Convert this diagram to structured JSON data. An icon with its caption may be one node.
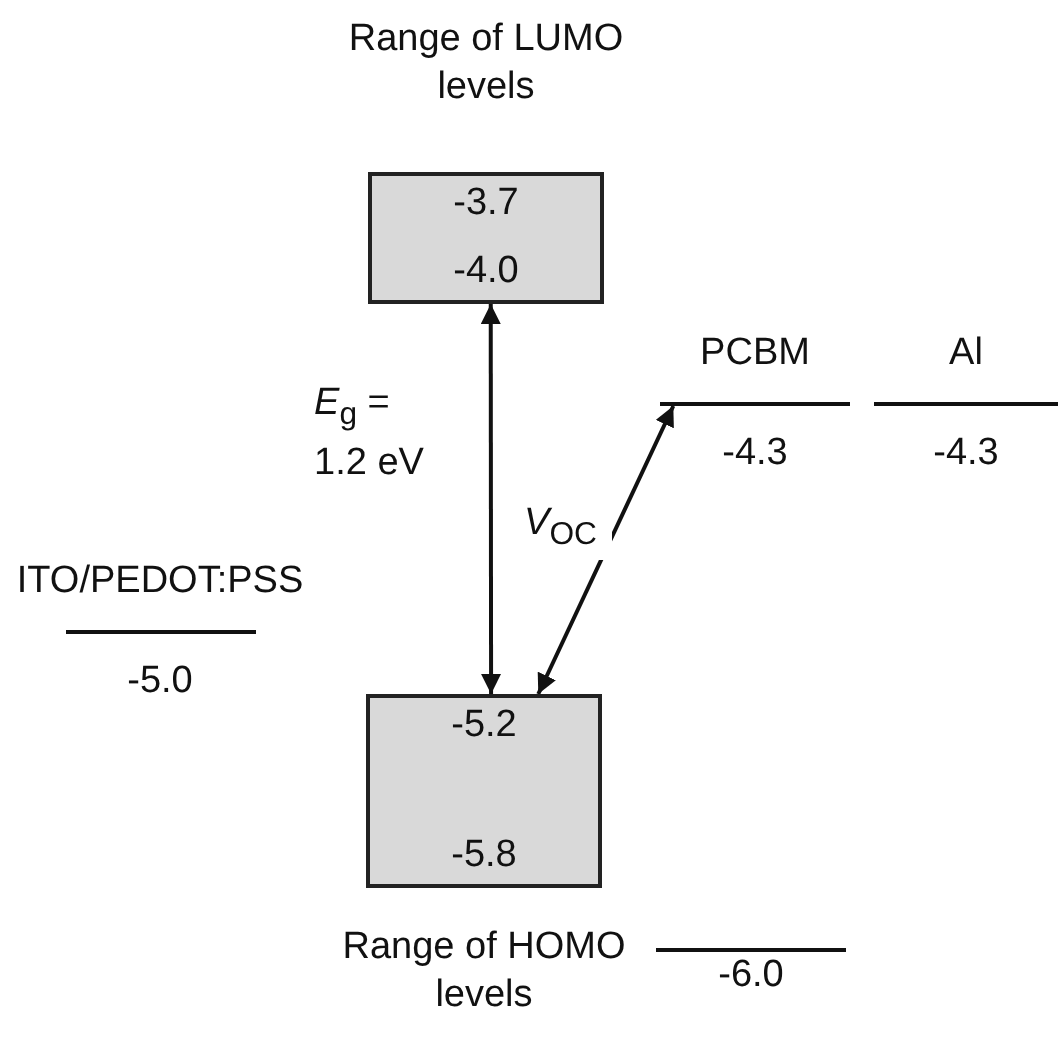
{
  "diagram": {
    "nodes": [
      {
        "text": [
          "Range of LUMO levels",
          "-3.7",
          "-4.0"
        ]
      },
      {
        "text": [
          "-5.2",
          "-5.8",
          "Range of HOMO levels"
        ]
      },
      {
        "text": [
          "PCBM",
          "-4.3"
        ]
      },
      {
        "text": [
          "Al",
          "-4.3"
        ]
      },
      {
        "text": [
          "ITO/PEDOT:PSS",
          "-5.0"
        ]
      },
      {
        "text": [
          "-6.0"
        ]
      }
    ],
    "edges": [
      {
        "from": 0,
        "to": 1,
        "arrow": "both",
        "label": "*E*$_{g}$ = 1.2 eV"
      },
      {
        "from": 1,
        "to": 2,
        "arrow": "both",
        "label": "*V*$_{OC}$"
      }
    ]
  }
}
